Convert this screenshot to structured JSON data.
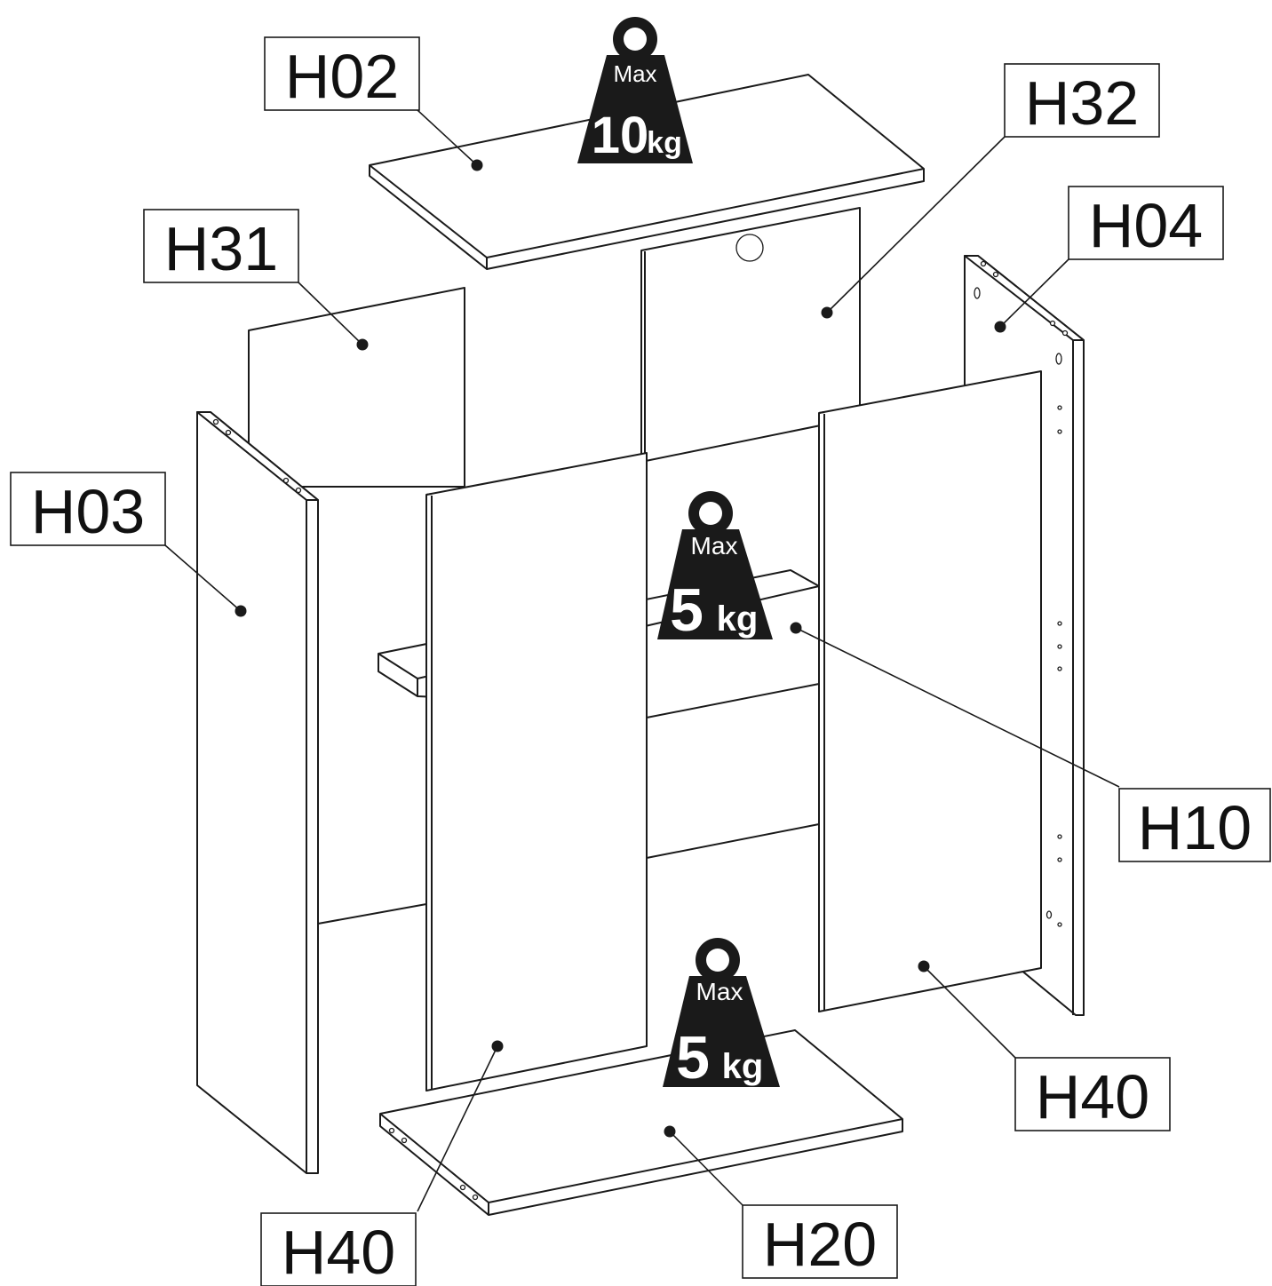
{
  "labels": {
    "top_shelf": "H02",
    "back_left": "H31",
    "back_right": "H32",
    "side_right": "H04",
    "side_left": "H03",
    "middle_shelf": "H10",
    "door_right": "H40",
    "door_left": "H40",
    "bottom_shelf": "H20"
  },
  "weights": {
    "top": {
      "max_text": "Max",
      "value": "10",
      "unit": "kg"
    },
    "middle": {
      "max_text": "Max",
      "value": "5",
      "unit": "kg"
    },
    "bottom": {
      "max_text": "Max",
      "value": "5",
      "unit": "kg"
    }
  },
  "colors": {
    "ink": "#1a1a1a",
    "paper": "#ffffff"
  }
}
